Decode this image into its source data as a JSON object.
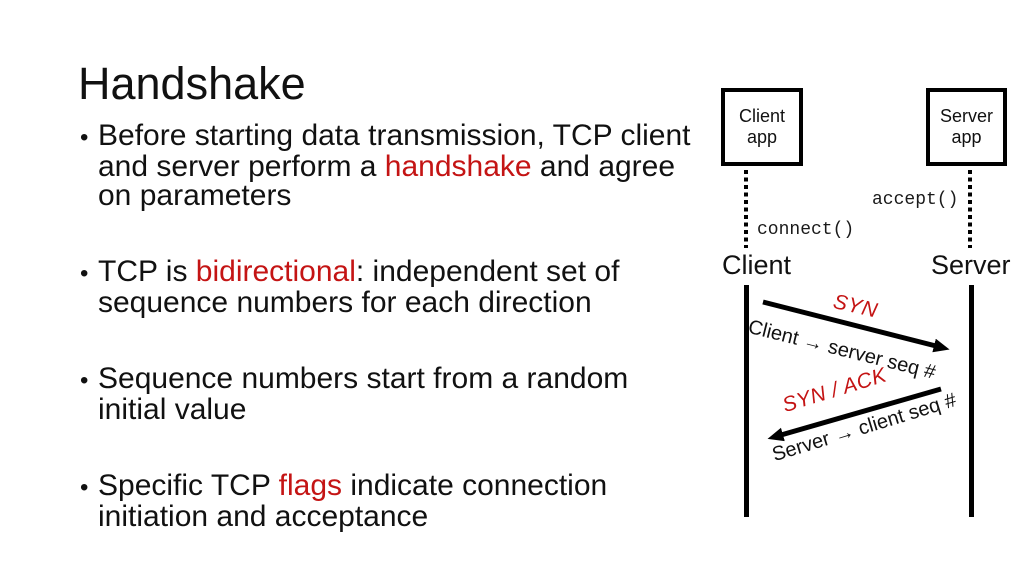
{
  "colors": {
    "red": "#c41414",
    "text": "#111111"
  },
  "slide": {
    "title": "Handshake",
    "bullet_char": "•",
    "bullets": [
      {
        "segments": [
          {
            "text": "Before starting data transmission, TCP client and server perform a ",
            "red": false
          },
          {
            "text": "handshake",
            "red": true
          },
          {
            "text": " and agree on parameters",
            "red": false
          }
        ]
      },
      {
        "segments": [
          {
            "text": "TCP is ",
            "red": false
          },
          {
            "text": "bidirectional",
            "red": true
          },
          {
            "text": ": independent set of sequence numbers for each direction",
            "red": false
          }
        ]
      },
      {
        "segments": [
          {
            "text": "Sequence numbers start from a random initial value",
            "red": false
          }
        ]
      },
      {
        "segments": [
          {
            "text": "Specific TCP ",
            "red": false
          },
          {
            "text": "flags",
            "red": true
          },
          {
            "text": " indicate connection initiation and acceptance",
            "red": false
          }
        ]
      }
    ]
  },
  "diagram": {
    "client_app_box": {
      "line1": "Client",
      "line2": "app"
    },
    "server_app_box": {
      "line1": "Server",
      "line2": "app"
    },
    "socket_calls": {
      "connect": "connect()",
      "accept": "accept()"
    },
    "lifelines": {
      "client": "Client",
      "server": "Server"
    },
    "messages": [
      {
        "flag": "SYN",
        "description": "Client → server seq #",
        "direction": "client-to-server"
      },
      {
        "flag": "SYN / ACK",
        "description": "Server → client seq #",
        "direction": "server-to-client"
      }
    ]
  }
}
